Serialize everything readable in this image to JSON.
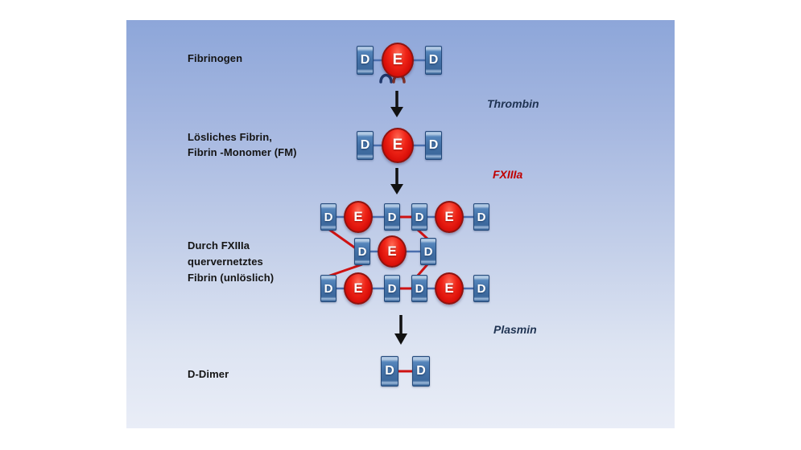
{
  "diagram": {
    "labels": {
      "fibrinogen": "Fibrinogen",
      "soluble_line1": "Lösliches Fibrin,",
      "soluble_line2": "Fibrin -Monomer (FM)",
      "crosslinked_line1": "Durch FXIIIa",
      "crosslinked_line2": "quervernetztes",
      "crosslinked_line3": "Fibrin (unlöslich)",
      "ddimer": "D-Dimer"
    },
    "enzymes": {
      "thrombin": "Thrombin",
      "fxiiia": "FXIIIa",
      "plasmin": "Plasmin"
    },
    "domains": {
      "d": "D",
      "e": "E"
    },
    "colors": {
      "panel_gradient_top": "#8da6d9",
      "panel_gradient_bottom": "#e9edf7",
      "d_box_blue": "#4472a8",
      "d_box_border": "#24497a",
      "e_red": "#d40b06",
      "e_border": "#8f1410",
      "connector_blue": "#4a6fae",
      "crosslink_red": "#cf1212",
      "arrow_black": "#111111",
      "enzyme_navy": "#1f3352",
      "fxiiia_red": "#c00000",
      "fibrinopeptide_a_navy": "#20386b",
      "fibrinopeptide_b_maroon": "#7e3128"
    }
  }
}
